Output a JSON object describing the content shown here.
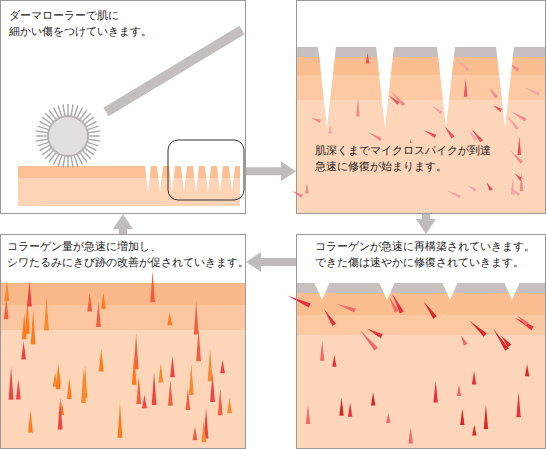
{
  "diagram": {
    "nodes": [
      {
        "text": [
          "ダーマローラーで肌に 細かい傷をつけていきます。"
        ]
      },
      {
        "text": [
          "肌深くまでマイクロスパイクが到達 急速に修復が始まります。"
        ]
      },
      {
        "text": [
          "コラーゲンが急速に再構築されていきます。 できた傷は速やかに修復されていきます。"
        ]
      },
      {
        "text": [
          "コラーゲン量が急速に増加し、 シワたるみにきび跡の改善が促されていきます。"
        ]
      }
    ],
    "edges": [
      {
        "from": 0,
        "to": 1,
        "arrow": "to"
      },
      {
        "from": 1,
        "to": 2,
        "arrow": "to"
      },
      {
        "from": 2,
        "to": 3,
        "arrow": "to"
      },
      {
        "from": 3,
        "to": 0,
        "arrow": "to"
      }
    ]
  }
}
